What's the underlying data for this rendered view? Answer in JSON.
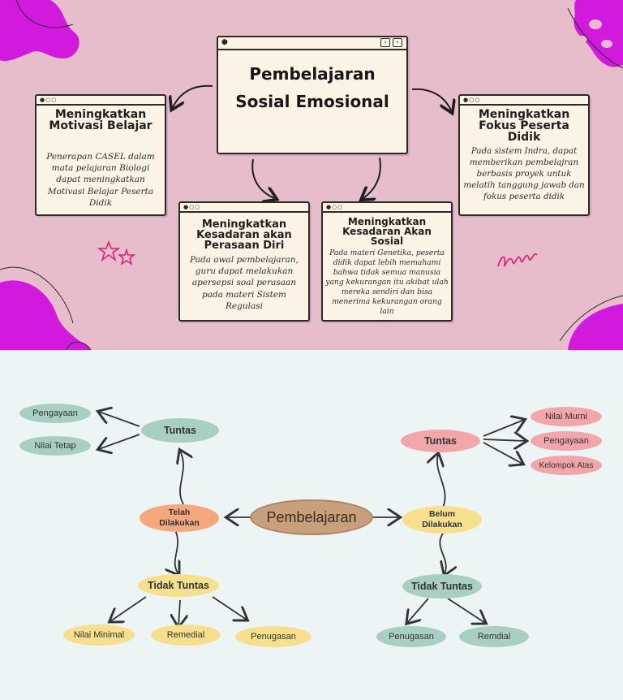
{
  "top": {
    "main_title": "Pembelajaran Sosial Emosional",
    "cards": [
      {
        "title": "Meningkatkan Motivasi Belajar",
        "text": "Penerapan CASEL dalam mata pelajaran Biologi dapat meningkatkan Motivasi Belajar Peserta Didik"
      },
      {
        "title": "Meningkatkan Kesadaran akan Perasaan Diri",
        "text": "Pada awal pembelajaran, guru dapat melakukan apersepsi soal perasaan pada materi Sistem Regulasi"
      },
      {
        "title": "Meningkatkan Kesadaran Akan Sosial",
        "text": "Pada materi Genetika, peserta didik dapat lebih memahami bahwa tidak semua manusia yang kekurangan itu akibat ulah mereka sendiri dan bisa menerima kekurangan orang lain"
      },
      {
        "title": "Meningkatkan Fokus Peserta Didik",
        "text": "Pada sistem Indra, dapat memberikan pembelajran berbasis proyek untuk melatih tanggung jawab dan fokus peserta didik"
      }
    ],
    "colors": {
      "background": "#e7bccb",
      "card": "#fbf4e6",
      "blob": "#d21adf"
    }
  },
  "bottom": {
    "center": "Pembelajaran",
    "telah": "Telah Dilakukan",
    "belum": "Belum Dilakukan",
    "left_tuntas": "Tuntas",
    "left_tuntas_children": [
      "Pengayaan",
      "Nilai Tetap"
    ],
    "left_tidak": "Tidak Tuntas",
    "left_tidak_children": [
      "Nilai Minimal",
      "Remedial",
      "Penugasan"
    ],
    "right_tuntas": "Tuntas",
    "right_tuntas_children": [
      "Nilai Murni",
      "Pengayaan",
      "Kelompok Atas"
    ],
    "right_tidak": "Tidak Tuntas",
    "right_tidak_children": [
      "Penugasan",
      "Remdial"
    ],
    "colors": {
      "background": "#edf4f4",
      "green": "#a8cfc1",
      "pink": "#f2a6a9",
      "yellow": "#f6e08d",
      "orange": "#f5a87d",
      "center": "#c9a07d"
    }
  }
}
